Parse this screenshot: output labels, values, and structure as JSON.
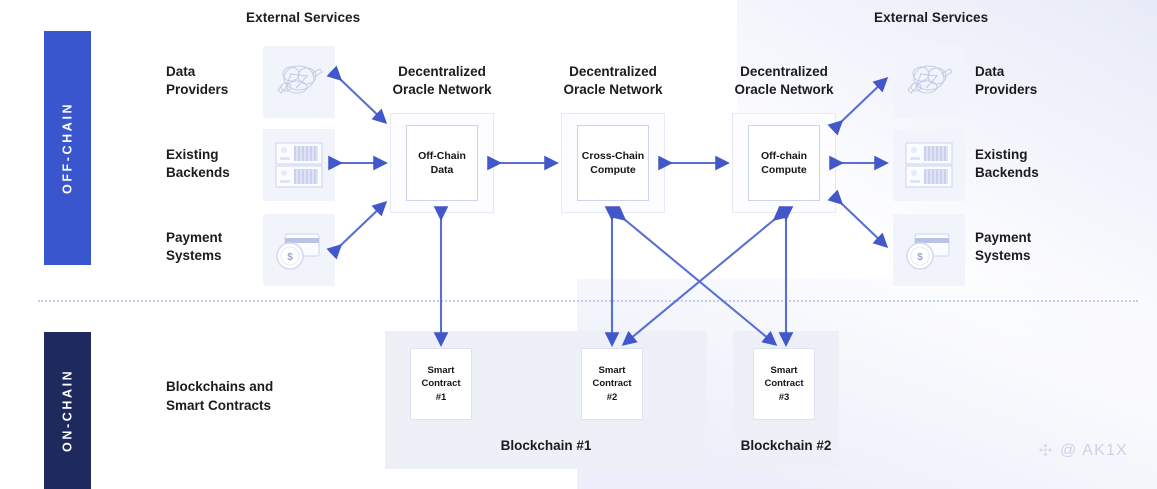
{
  "layers": {
    "offchain_label": "OFF-CHAIN",
    "onchain_label": "ON-CHAIN"
  },
  "headers": {
    "external_services_left": "External Services",
    "external_services_right": "External Services"
  },
  "external_services_left": [
    {
      "label": "Data\nProviders",
      "icon": "network-nodes-icon"
    },
    {
      "label": "Existing\nBackends",
      "icon": "server-rack-icon"
    },
    {
      "label": "Payment\nSystems",
      "icon": "credit-card-coin-icon"
    }
  ],
  "external_services_right": [
    {
      "label": "Data\nProviders",
      "icon": "network-nodes-icon"
    },
    {
      "label": "Existing\nBackends",
      "icon": "server-rack-icon"
    },
    {
      "label": "Payment\nSystems",
      "icon": "credit-card-coin-icon"
    }
  ],
  "oracle_networks": [
    {
      "title": "Decentralized\nOracle Network",
      "node": "Off-Chain\nData"
    },
    {
      "title": "Decentralized\nOracle Network",
      "node": "Cross-Chain\nCompute"
    },
    {
      "title": "Decentralized\nOracle Network",
      "node": "Off-chain\nCompute"
    }
  ],
  "onchain": {
    "side_label": "Blockchains and\nSmart Contracts",
    "blockchains": [
      {
        "label": "Blockchain #1",
        "contracts": [
          "Smart\nContract\n#1",
          "Smart\nContract\n#2"
        ]
      },
      {
        "label": "Blockchain #2",
        "contracts": [
          "Smart\nContract\n#3"
        ]
      }
    ]
  },
  "watermark": {
    "handle": "@ AK1X",
    "logo": "binance-diamond-icon"
  },
  "colors": {
    "offchain_band": "#3a56cf",
    "onchain_band": "#1e2a5e",
    "arrow": "#4257c9",
    "divider": "#c3cbee",
    "tile_bg": "#f2f4fb",
    "chain_bg": "#eef0f7",
    "text": "#1c1c20"
  }
}
